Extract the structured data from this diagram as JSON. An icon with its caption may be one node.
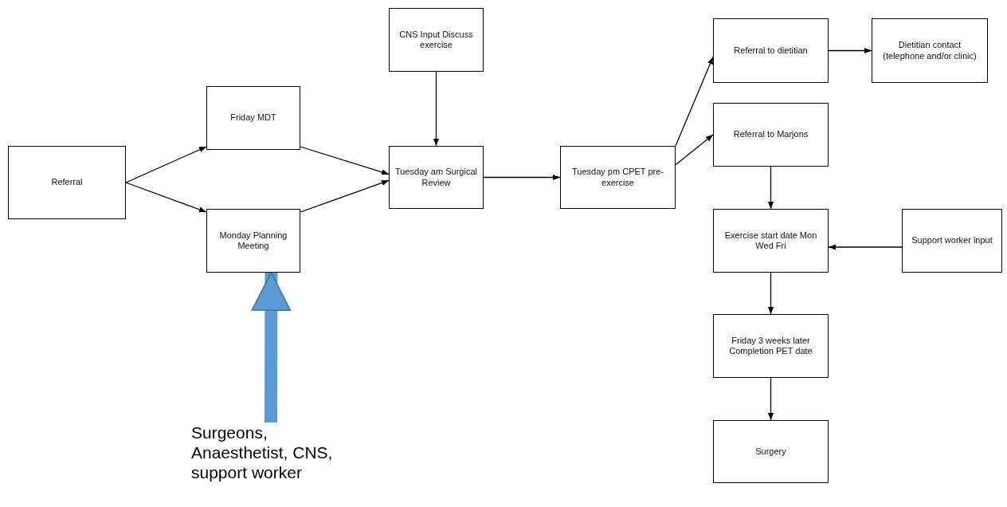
{
  "diagram": {
    "nodes": [
      {
        "text": [
          "Referral"
        ]
      },
      {
        "text": [
          "Friday MDT"
        ]
      },
      {
        "text": [
          "Monday Planning Meeting"
        ]
      },
      {
        "text": [
          "CNS Input Discuss exercise"
        ]
      },
      {
        "text": [
          "Tuesday am Surgical Review"
        ]
      },
      {
        "text": [
          "Tuesday pm CPET pre-exercise"
        ]
      },
      {
        "text": [
          "Referral to dietitian"
        ]
      },
      {
        "text": [
          "Dietitian contact (telephone and/or clinic)"
        ]
      },
      {
        "text": [
          "Referral to Marjons"
        ]
      },
      {
        "text": [
          "Exercise start date Mon Wed Fri"
        ]
      },
      {
        "text": [
          "Support worker input"
        ]
      },
      {
        "text": [
          "Friday 3 weeks later Completion PET date"
        ]
      },
      {
        "text": [
          "Surgery"
        ]
      },
      {
        "text": [
          "Surgeons, Anaesthetist, CNS, support worker"
        ]
      }
    ],
    "edges": [
      {
        "from": 0,
        "to": 1,
        "arrow": "to"
      },
      {
        "from": 0,
        "to": 2,
        "arrow": "to"
      },
      {
        "from": 1,
        "to": 4,
        "arrow": "to"
      },
      {
        "from": 2,
        "to": 4,
        "arrow": "to"
      },
      {
        "from": 3,
        "to": 4,
        "arrow": "to"
      },
      {
        "from": 4,
        "to": 5,
        "arrow": "to"
      },
      {
        "from": 5,
        "to": 6,
        "arrow": "to"
      },
      {
        "from": 5,
        "to": 8,
        "arrow": "to"
      },
      {
        "from": 6,
        "to": 7,
        "arrow": "to"
      },
      {
        "from": 8,
        "to": 9,
        "arrow": "to"
      },
      {
        "from": 10,
        "to": 9,
        "arrow": "to"
      },
      {
        "from": 9,
        "to": 11,
        "arrow": "to"
      },
      {
        "from": 11,
        "to": 12,
        "arrow": "to"
      },
      {
        "from": 13,
        "to": 2,
        "arrow": "to",
        "style": "thick",
        "color": "#5b9bd5"
      }
    ]
  }
}
